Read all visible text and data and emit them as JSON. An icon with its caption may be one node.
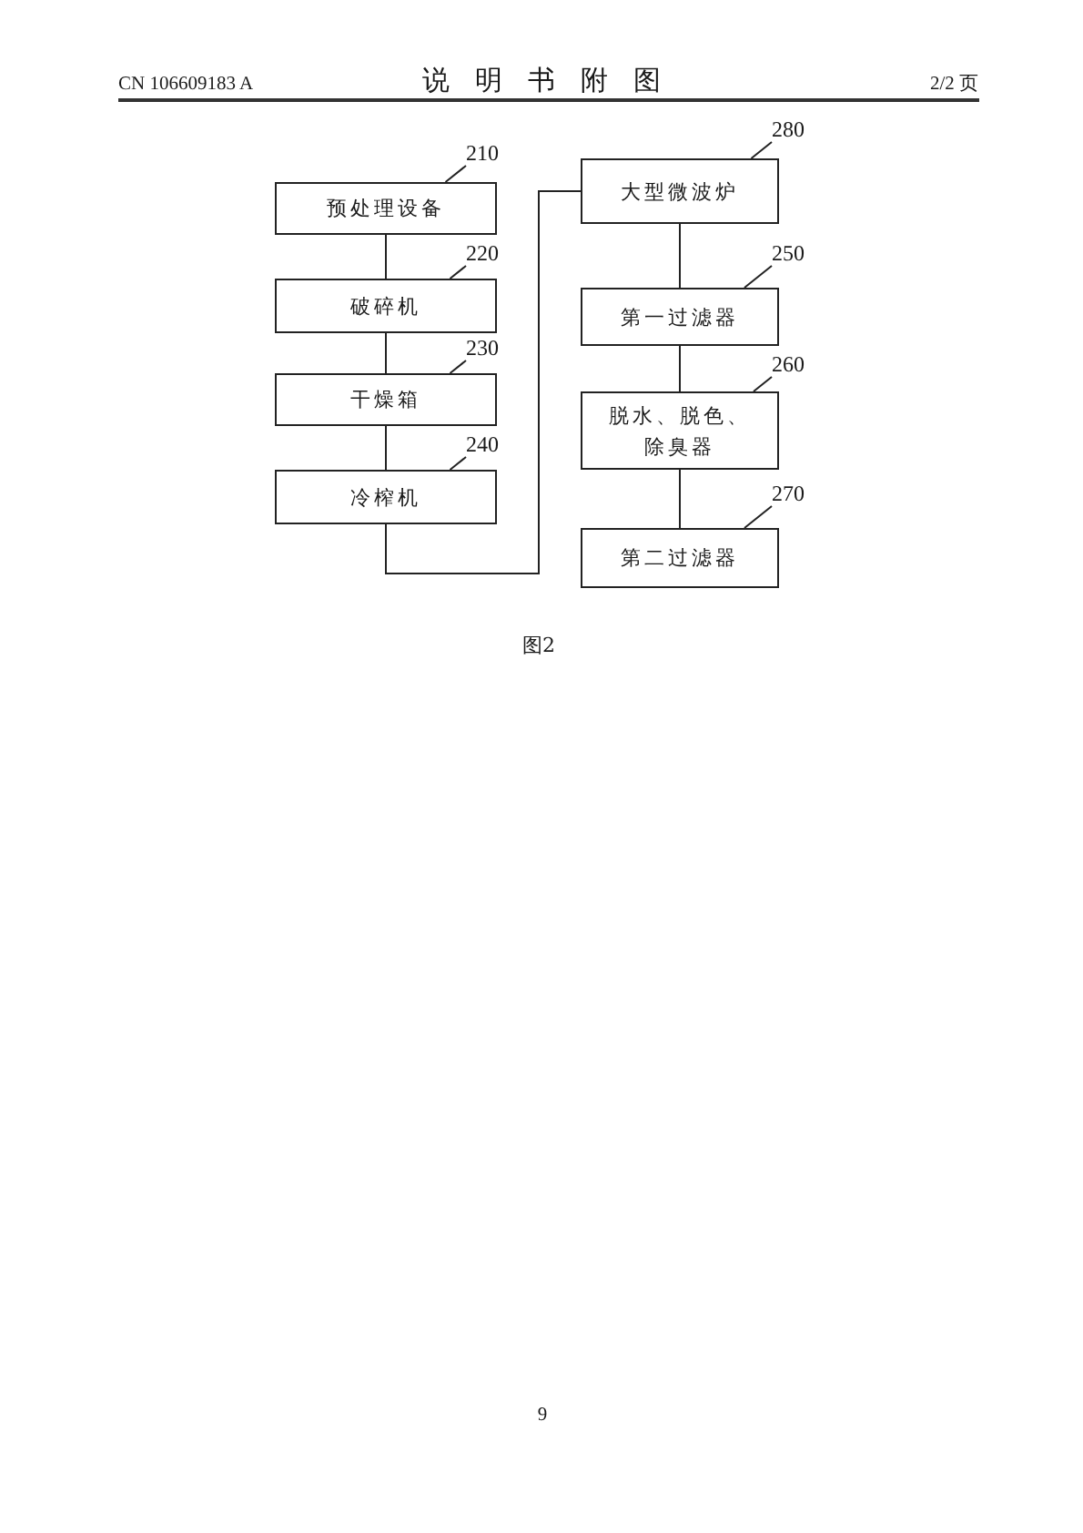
{
  "diagram": {
    "title": "说明书附图",
    "caption": "图2",
    "nodes": [
      {
        "text": [
          "210"
        ]
      },
      {
        "text": [
          "预处理设备"
        ]
      },
      {
        "text": [
          "220"
        ]
      },
      {
        "text": [
          "破碎机"
        ]
      },
      {
        "text": [
          "230"
        ]
      },
      {
        "text": [
          "干燥箱"
        ]
      },
      {
        "text": [
          "240"
        ]
      },
      {
        "text": [
          "冷榨机"
        ]
      },
      {
        "text": [
          "280"
        ]
      },
      {
        "text": [
          "大型微波炉"
        ]
      },
      {
        "text": [
          "250"
        ]
      },
      {
        "text": [
          "第一过滤器"
        ]
      },
      {
        "text": [
          "260"
        ]
      },
      {
        "text": [
          "脱水、脱色、除臭器"
        ]
      },
      {
        "text": [
          "270"
        ]
      },
      {
        "text": [
          "第二过滤器"
        ]
      }
    ],
    "edges": [
      {
        "from": 1,
        "to": 3,
        "arrow": "none"
      },
      {
        "from": 3,
        "to": 5,
        "arrow": "none"
      },
      {
        "from": 5,
        "to": 7,
        "arrow": "none"
      },
      {
        "from": 7,
        "to": 9,
        "arrow": "none"
      },
      {
        "from": 9,
        "to": 11,
        "arrow": "none"
      },
      {
        "from": 11,
        "to": 13,
        "arrow": "none"
      },
      {
        "from": 13,
        "to": 15,
        "arrow": "none"
      },
      {
        "from": 0,
        "to": 1,
        "arrow": "none"
      },
      {
        "from": 2,
        "to": 3,
        "arrow": "none"
      },
      {
        "from": 4,
        "to": 5,
        "arrow": "none"
      },
      {
        "from": 6,
        "to": 7,
        "arrow": "none"
      },
      {
        "from": 8,
        "to": 9,
        "arrow": "none"
      },
      {
        "from": 10,
        "to": 11,
        "arrow": "none"
      },
      {
        "from": 12,
        "to": 13,
        "arrow": "none"
      },
      {
        "from": 14,
        "to": 15,
        "arrow": "none"
      }
    ],
    "labels": [
      "CN 106609183 A",
      "2/2 页",
      "9"
    ]
  }
}
